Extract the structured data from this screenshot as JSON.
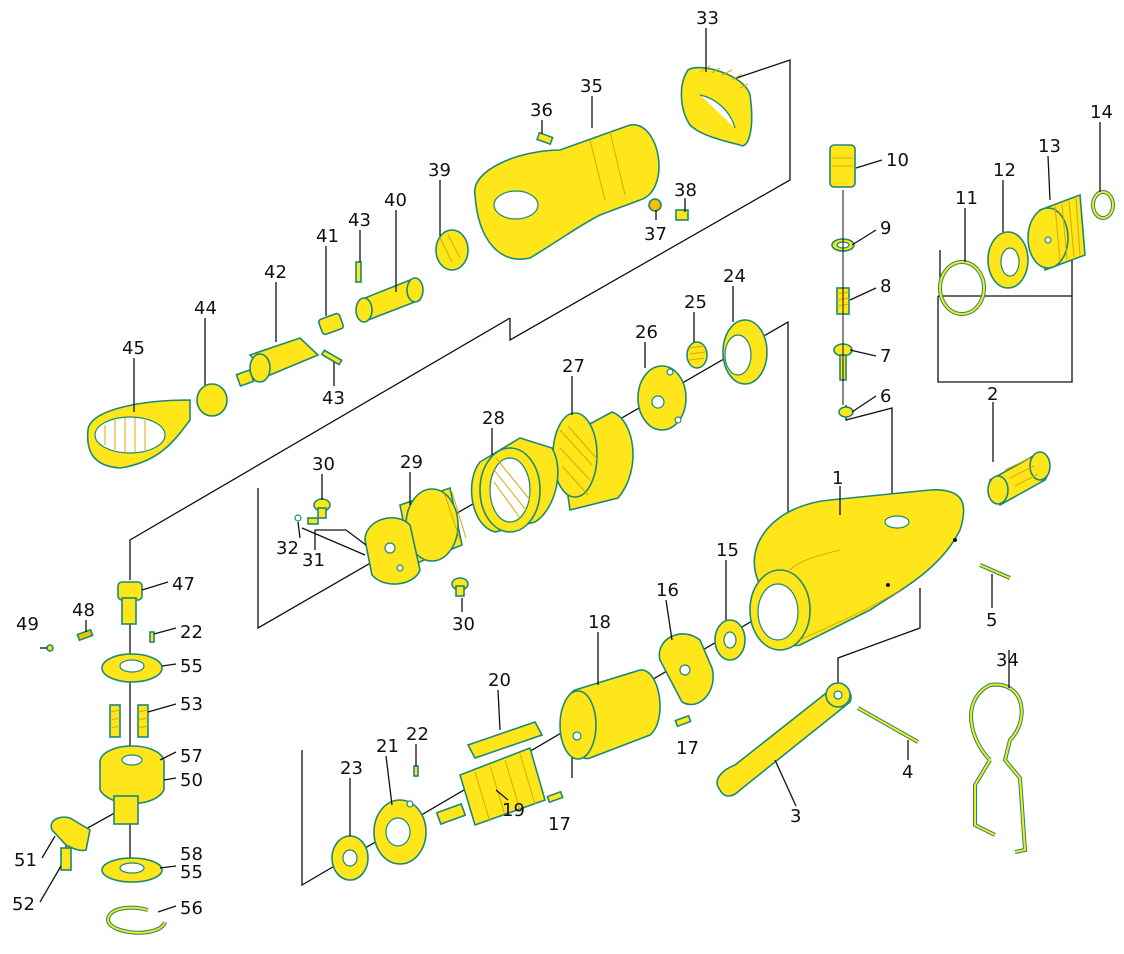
{
  "labels": {
    "p1": "1",
    "p2": "2",
    "p3": "3",
    "p4": "4",
    "p5": "5",
    "p6": "6",
    "p7": "7",
    "p8": "8",
    "p9": "9",
    "p10": "10",
    "p11": "11",
    "p12": "12",
    "p13": "13",
    "p14": "14",
    "p15": "15",
    "p16": "16",
    "p17a": "17",
    "p17b": "17",
    "p18": "18",
    "p19": "19",
    "p20": "20",
    "p21": "21",
    "p22a": "22",
    "p22b": "22",
    "p23": "23",
    "p24": "24",
    "p25": "25",
    "p26": "26",
    "p27": "27",
    "p28": "28",
    "p29": "29",
    "p30a": "30",
    "p30b": "30",
    "p31": "31",
    "p32": "32",
    "p33": "33",
    "p34": "34",
    "p35": "35",
    "p36": "36",
    "p37": "37",
    "p38": "38",
    "p39": "39",
    "p40": "40",
    "p41": "41",
    "p42": "42",
    "p43a": "43",
    "p43b": "43",
    "p44": "44",
    "p45": "45",
    "p47": "47",
    "p48": "48",
    "p49": "49",
    "p50": "50",
    "p51": "51",
    "p52": "52",
    "p53": "53",
    "p55a": "55",
    "p55b": "55",
    "p56": "56",
    "p57": "57",
    "p58": "58"
  },
  "colors": {
    "part_fill": "#ffe61a",
    "part_outline": "#1c8a73",
    "line": "#111111"
  }
}
